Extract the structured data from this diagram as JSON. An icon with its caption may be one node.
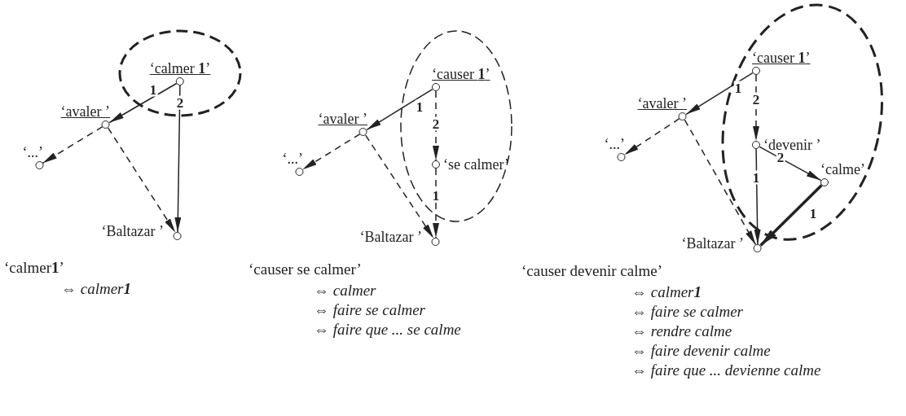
{
  "diagram": {
    "nodes": [
      {
        "text": [],
        "shape": "ellipse"
      },
      {
        "text": [
          "‘calmer **1**’"
        ],
        "in": 0
      },
      {
        "text": [
          "‘avaler ’"
        ]
      },
      {
        "text": [
          "‘...’"
        ]
      },
      {
        "text": [
          "‘Baltazar ’"
        ]
      },
      {
        "text": [],
        "shape": "ellipse"
      },
      {
        "text": [
          "‘causer **1**’"
        ],
        "in": 5
      },
      {
        "text": [
          "‘avaler ’"
        ]
      },
      {
        "text": [
          "‘...’"
        ]
      },
      {
        "text": [
          "‘se calmer’"
        ],
        "in": 5
      },
      {
        "text": [
          "‘Baltazar ’"
        ]
      },
      {
        "text": [],
        "shape": "ellipse"
      },
      {
        "text": [
          "‘causer **1**’"
        ],
        "in": 11
      },
      {
        "text": [
          "‘avaler ’"
        ]
      },
      {
        "text": [
          "‘...’"
        ]
      },
      {
        "text": [
          "‘devenir ’"
        ],
        "in": 11
      },
      {
        "text": [
          "‘calme’"
        ],
        "in": 11
      },
      {
        "text": [
          "‘Baltazar ’"
        ]
      }
    ],
    "edges": [
      {
        "from": 1,
        "to": 2,
        "arrow": "to",
        "label": "1"
      },
      {
        "from": 1,
        "to": 4,
        "arrow": "to",
        "label": "2"
      },
      {
        "from": 2,
        "to": 3,
        "arrow": "to",
        "style": "dashed"
      },
      {
        "from": 2,
        "to": 4,
        "arrow": "to",
        "style": "dashed"
      },
      {
        "from": 6,
        "to": 7,
        "arrow": "to",
        "label": "1"
      },
      {
        "from": 6,
        "to": 9,
        "arrow": "to",
        "label": "2",
        "style": "dashed"
      },
      {
        "from": 9,
        "to": 10,
        "arrow": "to",
        "label": "1",
        "style": "dashed"
      },
      {
        "from": 7,
        "to": 8,
        "arrow": "to",
        "style": "dashed"
      },
      {
        "from": 7,
        "to": 10,
        "arrow": "to",
        "style": "dashed"
      },
      {
        "from": 12,
        "to": 13,
        "arrow": "to",
        "label": "1"
      },
      {
        "from": 12,
        "to": 15,
        "arrow": "to",
        "label": "2",
        "style": "dashed"
      },
      {
        "from": 15,
        "to": 16,
        "arrow": "to",
        "label": "2"
      },
      {
        "from": 15,
        "to": 17,
        "arrow": "to",
        "label": "1"
      },
      {
        "from": 16,
        "to": 17,
        "arrow": "to",
        "label": "1",
        "style": "thick"
      },
      {
        "from": 13,
        "to": 14,
        "arrow": "to",
        "style": "dashed"
      },
      {
        "from": 13,
        "to": 17,
        "arrow": "to",
        "style": "dashed"
      }
    ],
    "labels": [
      "‘calmer**1**’",
      "⇔ calmer**1**",
      "‘causer se calmer’",
      "⇔ calmer",
      "⇔ faire se calmer",
      "⇔ faire que ... se calme",
      "‘causer devenir calme’",
      "⇔ calmer**1**",
      "⇔ faire se calmer",
      "⇔ rendre calme",
      "⇔ faire devenir calme",
      "⇔ faire que ... devienne calme"
    ]
  }
}
